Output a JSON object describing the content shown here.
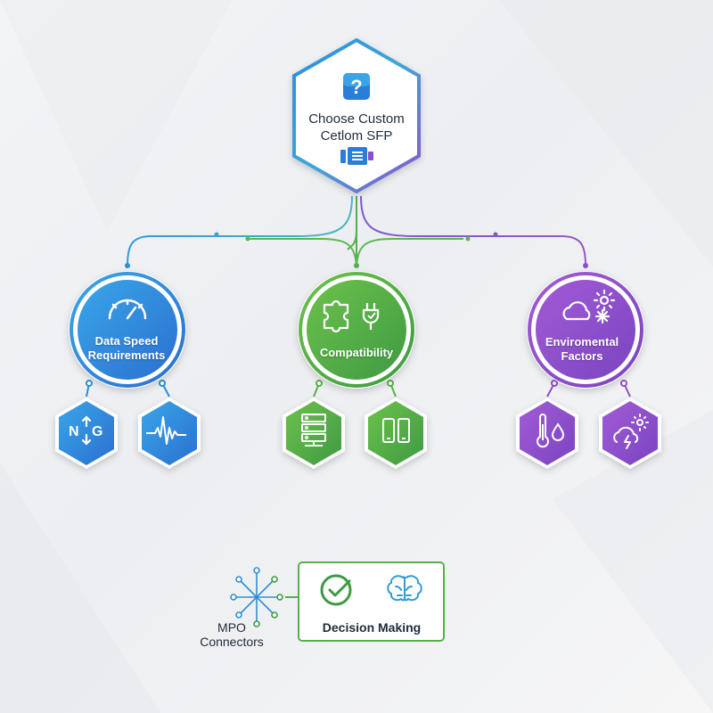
{
  "root": {
    "title": "Choose Custom",
    "subtitle": "Cetlom SFP"
  },
  "categories": [
    {
      "id": "speed",
      "label_lines": [
        "Data Speed",
        "Requirements"
      ],
      "color": "#2d8fd6"
    },
    {
      "id": "compatibility",
      "label_lines": [
        "Compatibility"
      ],
      "color": "#55b04a"
    },
    {
      "id": "environment",
      "label_lines": [
        "Enviromental",
        "Factors"
      ],
      "color": "#8d4fc9"
    }
  ],
  "sub_nodes": {
    "speed": [
      {
        "icon": "ng-arrows-icon",
        "letters": [
          "N",
          "G"
        ]
      },
      {
        "icon": "waveform-icon"
      }
    ],
    "compatibility": [
      {
        "icon": "server-rack-icon"
      },
      {
        "icon": "devices-icon"
      }
    ],
    "environment": [
      {
        "icon": "thermometer-drop-icon"
      },
      {
        "icon": "storm-cloud-icon"
      }
    ]
  },
  "bottom": {
    "connectors_label_lines": [
      "MPO",
      "Connectors"
    ],
    "decision_label": "Decision Making",
    "decision_icons": [
      "checkmark-icon",
      "brain-icon"
    ]
  },
  "colors": {
    "blue": "#2d8fd6",
    "green": "#55b04a",
    "purple": "#8d4fc9",
    "text": "#1f2a3a"
  }
}
